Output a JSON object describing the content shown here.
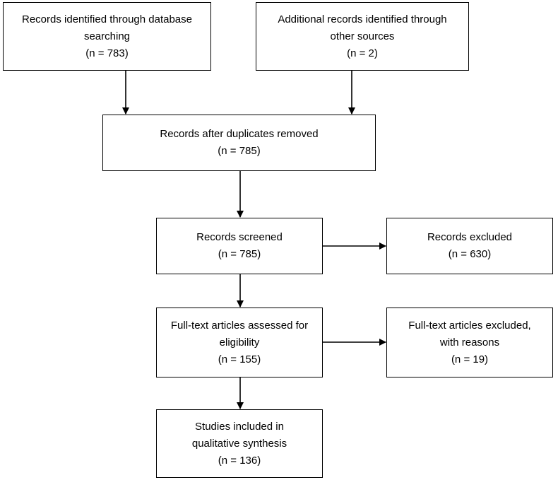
{
  "boxes": {
    "identified_db": {
      "lines": [
        "Records identified through database",
        "searching",
        "(n = 783)"
      ]
    },
    "identified_other": {
      "lines": [
        "Additional records identified through",
        "other sources",
        "(n = 2)"
      ]
    },
    "after_duplicates": {
      "lines": [
        "Records after duplicates removed",
        "(n = 785)"
      ]
    },
    "screened": {
      "lines": [
        "Records screened",
        "(n = 785)"
      ]
    },
    "excluded": {
      "lines": [
        "Records excluded",
        "(n = 630)"
      ]
    },
    "fulltext_assessed": {
      "lines": [
        "Full-text articles assessed for",
        "eligibility",
        "(n = 155)"
      ]
    },
    "fulltext_excluded": {
      "lines": [
        "Full-text articles excluded,",
        "with reasons",
        "(n = 19)"
      ]
    },
    "included": {
      "lines": [
        "Studies included in",
        "qualitative synthesis",
        "(n =  136)"
      ]
    }
  }
}
